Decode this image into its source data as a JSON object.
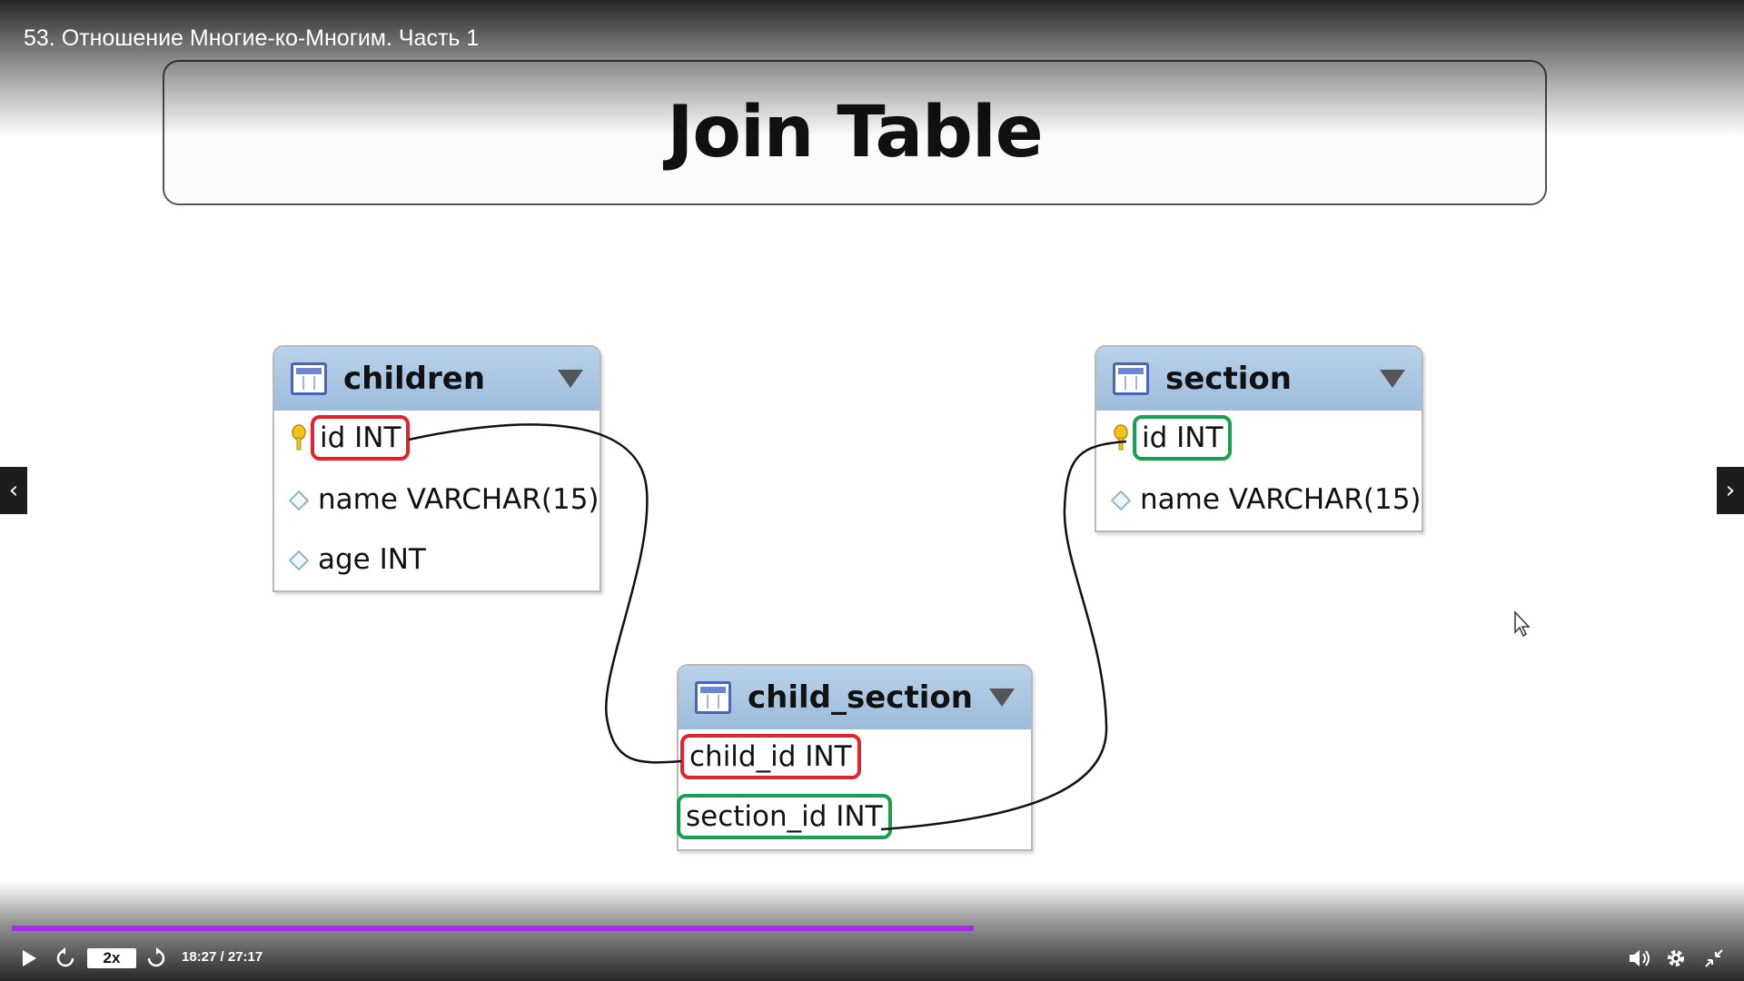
{
  "video": {
    "title": "53. Отношение Многие-ко-Многим. Часть 1"
  },
  "slide": {
    "title": "Join Table",
    "tables": {
      "children": {
        "name": "children",
        "fields": [
          "id INT",
          "name VARCHAR(15)",
          "age INT"
        ]
      },
      "section": {
        "name": "section",
        "fields": [
          "id INT",
          "name VARCHAR(15)"
        ]
      },
      "child_section": {
        "name": "child_section",
        "fields": [
          "child_id INT",
          "section_id INT"
        ]
      }
    }
  },
  "player": {
    "speed": "2x",
    "time": "18:27 / 27:17",
    "played_fraction": 0.655,
    "buffered_fraction": 1.0,
    "progress_color": "#a52bf0",
    "icons": [
      "play-icon",
      "rewind-icon",
      "forward-icon",
      "volume-icon",
      "gear-icon",
      "exit-fullscreen-icon"
    ]
  },
  "navigation": {
    "prev_arrow": "‹",
    "next_arrow": "›"
  },
  "colors": {
    "highlight_red": "#e3232b",
    "highlight_green": "#18a050",
    "table_header": "#a9c6e2"
  }
}
